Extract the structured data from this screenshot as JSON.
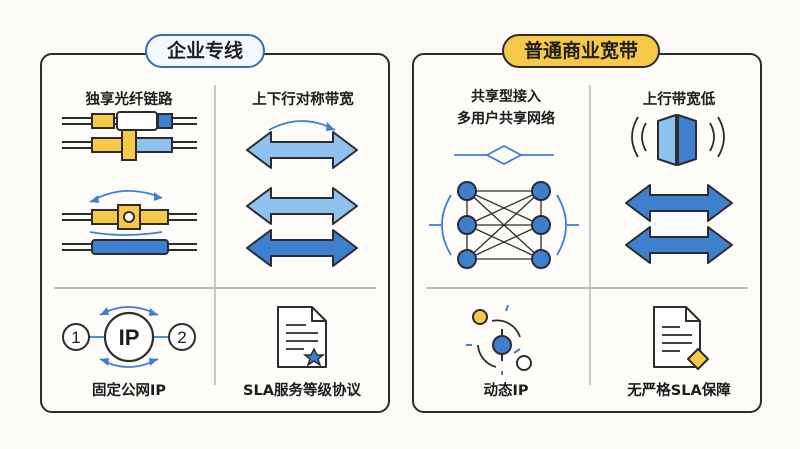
{
  "left": {
    "title": "企业专线",
    "cells": {
      "top_left": "独享光纤链路",
      "top_right": "上下行对称带宽",
      "bottom_left": "固定公网IP",
      "bottom_right": "SLA服务等级协议"
    },
    "ip_badge": "IP",
    "node_1": "1",
    "node_2": "2"
  },
  "right": {
    "title": "普通商业宽带",
    "cells": {
      "top_left_line1": "共享型接入",
      "top_left_line2": "多用户共享网络",
      "top_right": "上行带宽低",
      "bottom_left": "动态IP",
      "bottom_right": "无严格SLA保障"
    }
  },
  "colors": {
    "accent_blue": "#3f7fd0",
    "light_blue": "#8fc2ef",
    "accent_yellow": "#f7c948",
    "outline": "#2c2c2c"
  }
}
